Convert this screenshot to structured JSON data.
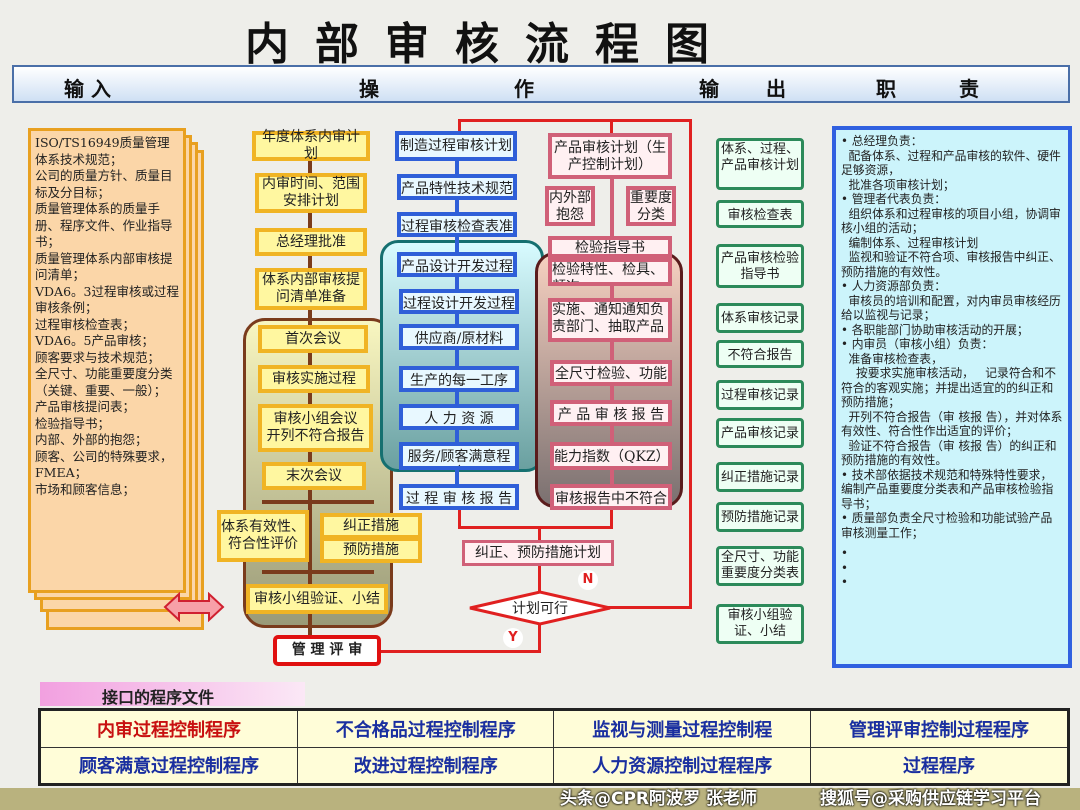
{
  "title": "内部审核流程图",
  "header": {
    "input": "输  入",
    "op1": "操",
    "op2": "作",
    "out1": "输",
    "out2": "出",
    "duty1": "职",
    "duty2": "责"
  },
  "inputs": [
    "ISO/TS16949质量管理体系技术规范；",
    "公司的质量方针、质量目标及分目标；",
    "质量管理体系的质量手册、程序文件、作业指导书；",
    "质量管理体系内部审核提问清单；",
    "VDA6。3过程审核或过程审核条例；",
    "过程审核检查表；",
    "VDA6。5产品审核；",
    "顾客要求与技术规范；",
    "全尺寸、功能重要度分类（关键、重要、一般）；",
    "产品审核提问表；",
    "检验指导书；",
    "内部、外部的抱怨；",
    "顾客、公司的特殊要求，FMEA；",
    "市场和顾客信息；"
  ],
  "system_flow": [
    "年度体系内审计划",
    "内审时间、范围安排计划",
    "总经理批准",
    "体系内部审核提问清单准备",
    "首次会议",
    "审核实施过程",
    "审核小组会议\n开列不符合报告",
    "末次会议",
    "体系有效性、符合性评价",
    "纠正措施",
    "预防措施",
    "审核小组验证、小结",
    "管 理 评 审"
  ],
  "process_flow": [
    "制造过程审核计划",
    "产品特性技术规范",
    "过程审核检查表准备",
    "产品设计开发过程",
    "过程设计开发过程",
    "供应商/原材料",
    "生产的每一工序",
    "人 力 资 源",
    "服务/顾客满意程序",
    "过 程 审 核 报 告"
  ],
  "product_flow": [
    "产品审核计划（生产控制计划）",
    "内外部抱怨",
    "重要度分类",
    "检验指导书",
    "检验特性、检具、频次",
    "实施、通知通知负责部门、抽取产品",
    "全尺寸检验、功能试验",
    "产 品 审 核 报 告",
    "能力指数（QKZ）",
    "审核报告中不符合项"
  ],
  "corrective": {
    "plan": "纠正、预防措施计划",
    "decision": "计划可行",
    "no": "N",
    "yes": "Y"
  },
  "outputs": [
    "体系、过程、产品审核计划",
    "审核检查表",
    "产品审核检验指导书",
    "体系审核记录",
    "不符合报告",
    "过程审核记录",
    "产品审核记录",
    "纠正措施记录",
    "预防措施记录",
    "全尺寸、功能重要度分类表",
    "审核小组验证、小结"
  ],
  "responsibilities": [
    "• 总经理负责：",
    "  配备体系、过程和产品审核的软件、硬件足够资源，",
    "  批准各项审核计划；",
    "• 管理者代表负责：",
    "  组织体系和过程审核的项目小组，协调审核小组的活动；",
    "  编制体系、过程审核计划",
    "  监视和验证不符合项、审核报告中纠正、预防措施的有效性。",
    "• 人力资源部负责：",
    "  审核员的培训和配置，对内审员审核经历给以监视与记录；",
    "• 各职能部门协助审核活动的开展；",
    "• 内审员（审核小组）负责：",
    "  准备审核检查表，",
    "    按要求实施审核活动，   记录符合和不符合的客观实施；并提出适宜的的纠正和预防措施；",
    "  开列不符合报告（审 核报 告），并对体系有效性、符合性作出适宜的评价；",
    "  验证不符合报告（审 核报 告）的纠正和预防措施的有效性。",
    "• 技术部依据技术规范和特殊特性要求，编制产品重要度分类表和产品审核检验指导书；",
    "• 质量部负责全尺寸检验和功能试验产品审核测量工作；",
    "•",
    "•",
    "•"
  ],
  "interface": {
    "label": "接口的程序文件",
    "rows": [
      [
        "内审过程控制程序",
        "不合格品过程控制程序",
        "监视与测量过程控制程",
        "管理评审控制过程程序"
      ],
      [
        "顾客满意过程控制程序",
        "改进过程控制程序",
        "人力资源控制过程程序",
        "过程程序"
      ]
    ]
  },
  "watermarks": [
    "头条@CPR阿波罗 张老师",
    "搜狐号@采购供应链学习平台"
  ],
  "colors": {
    "system": "#f0b424",
    "process": "#2f5fd8",
    "product": "#d06078",
    "flow_line": "#e02020",
    "responsibility_bg": "#ccf4fb"
  }
}
